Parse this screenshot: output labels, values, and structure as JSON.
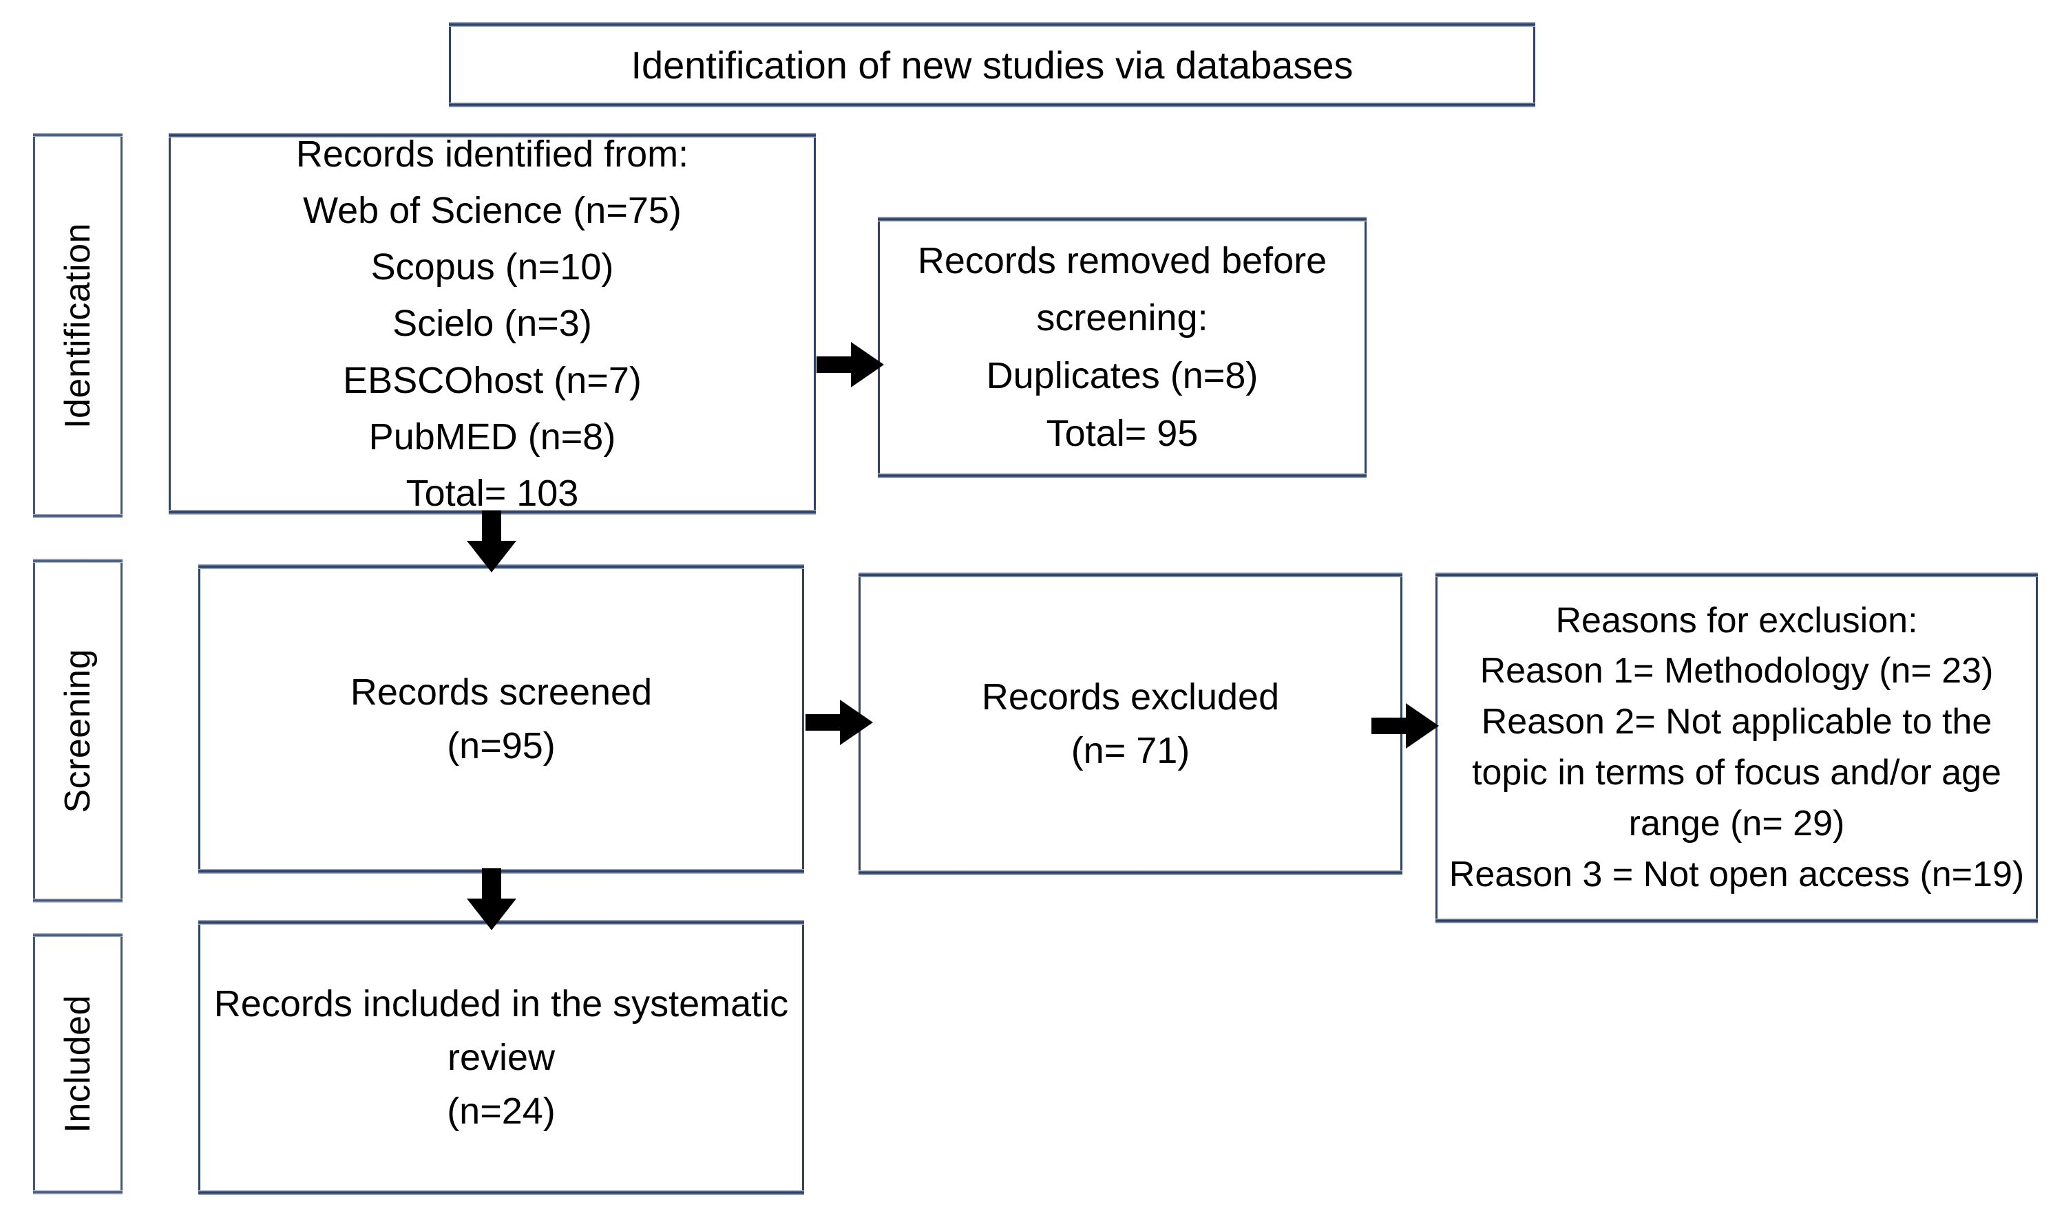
{
  "diagram": {
    "title": "Identification of new studies via databases",
    "accent_color": "#2f4369",
    "stage_border_color": "#44567c",
    "background_color": "#ffffff",
    "text_color": "#000000"
  },
  "stages": [
    {
      "key": "identification",
      "label": "Identification"
    },
    {
      "key": "screening",
      "label": "Screening"
    },
    {
      "key": "included",
      "label": "Included"
    }
  ],
  "boxes": {
    "identified": {
      "lines": [
        "Records identified from:",
        "Web of Science (n=75)",
        "Scopus  (n=10)",
        "Scielo (n=3)",
        "EBSCOhost (n=7)",
        "PubMED (n=8)",
        "Total= 103"
      ]
    },
    "removed": {
      "lines": [
        "Records removed before",
        "screening:",
        "Duplicates (n=8)",
        "Total= 95"
      ]
    },
    "screened": {
      "lines": [
        "Records screened",
        "(n=95)"
      ]
    },
    "excluded": {
      "lines": [
        "Records excluded",
        "(n= 71)"
      ]
    },
    "reasons": {
      "lines": [
        "Reasons for exclusion:",
        "Reason 1= Methodology (n= 23)",
        "Reason 2= Not applicable to the topic in terms of focus and/or age range (n= 29)",
        "Reason 3 = Not open access (n=19)"
      ]
    },
    "included": {
      "lines": [
        "Records included in the systematic review",
        "(n=24)"
      ]
    }
  },
  "arrows": [
    {
      "key": "identified-to-removed",
      "direction": "right"
    },
    {
      "key": "identified-to-screened",
      "direction": "down"
    },
    {
      "key": "screened-to-excluded",
      "direction": "right"
    },
    {
      "key": "excluded-to-reasons",
      "direction": "right"
    },
    {
      "key": "screened-to-included",
      "direction": "down"
    }
  ],
  "chart_data": {
    "type": "flow",
    "title": "Identification of new studies via databases",
    "nodes": [
      {
        "id": "identified",
        "stage": "Identification",
        "label": "Records identified from",
        "sources": [
          {
            "name": "Web of Science",
            "n": 75
          },
          {
            "name": "Scopus",
            "n": 10
          },
          {
            "name": "Scielo",
            "n": 3
          },
          {
            "name": "EBSCOhost",
            "n": 7
          },
          {
            "name": "PubMED",
            "n": 8
          }
        ],
        "total": 103
      },
      {
        "id": "removed",
        "stage": "Identification",
        "label": "Records removed before screening",
        "duplicates": 8,
        "total": 95
      },
      {
        "id": "screened",
        "stage": "Screening",
        "label": "Records screened",
        "n": 95
      },
      {
        "id": "excluded",
        "stage": "Screening",
        "label": "Records excluded",
        "n": 71
      },
      {
        "id": "reasons",
        "stage": "Screening",
        "label": "Reasons for exclusion",
        "items": [
          {
            "reason": "Reason 1= Methodology",
            "n": 23
          },
          {
            "reason": "Reason 2= Not applicable to the topic in terms of focus and/or age range",
            "n": 29
          },
          {
            "reason": "Reason 3 = Not open access",
            "n": 19
          }
        ]
      },
      {
        "id": "included",
        "stage": "Included",
        "label": "Records included in the systematic review",
        "n": 24
      }
    ],
    "edges": [
      {
        "from": "identified",
        "to": "removed"
      },
      {
        "from": "identified",
        "to": "screened"
      },
      {
        "from": "screened",
        "to": "excluded"
      },
      {
        "from": "excluded",
        "to": "reasons"
      },
      {
        "from": "screened",
        "to": "included"
      }
    ]
  }
}
